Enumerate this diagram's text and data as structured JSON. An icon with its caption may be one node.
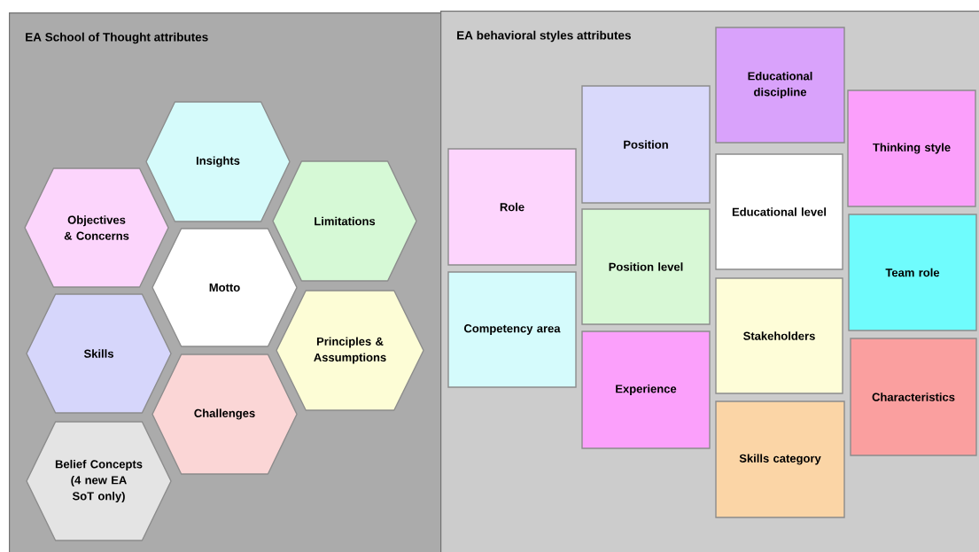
{
  "diagram": {
    "nodes": [
      {
        "text": [
          "EA School of Thought attributes"
        ]
      },
      {
        "text": [
          "EA behavioral styles attributes"
        ]
      },
      {
        "text": [
          "Insights"
        ],
        "in": 0
      },
      {
        "text": [
          "Objectives & Concerns"
        ],
        "in": 0
      },
      {
        "text": [
          "Limitations"
        ],
        "in": 0
      },
      {
        "text": [
          "Motto"
        ],
        "in": 0
      },
      {
        "text": [
          "Skills"
        ],
        "in": 0
      },
      {
        "text": [
          "Principles & Assumptions"
        ],
        "in": 0
      },
      {
        "text": [
          "Challenges"
        ],
        "in": 0
      },
      {
        "text": [
          "Belief Concepts (4 new EA SoT only)"
        ],
        "in": 0
      },
      {
        "text": [
          "Role"
        ],
        "in": 1
      },
      {
        "text": [
          "Competency area"
        ],
        "in": 1
      },
      {
        "text": [
          "Position"
        ],
        "in": 1
      },
      {
        "text": [
          "Position level"
        ],
        "in": 1
      },
      {
        "text": [
          "Experience"
        ],
        "in": 1
      },
      {
        "text": [
          "Educational discipline"
        ],
        "in": 1
      },
      {
        "text": [
          "Educational level"
        ],
        "in": 1
      },
      {
        "text": [
          "Stakeholders"
        ],
        "in": 1
      },
      {
        "text": [
          "Skills category"
        ],
        "in": 1
      },
      {
        "text": [
          "Thinking style"
        ],
        "in": 1
      },
      {
        "text": [
          "Team role"
        ],
        "in": 1
      },
      {
        "text": [
          "Characteristics"
        ],
        "in": 1
      }
    ]
  }
}
